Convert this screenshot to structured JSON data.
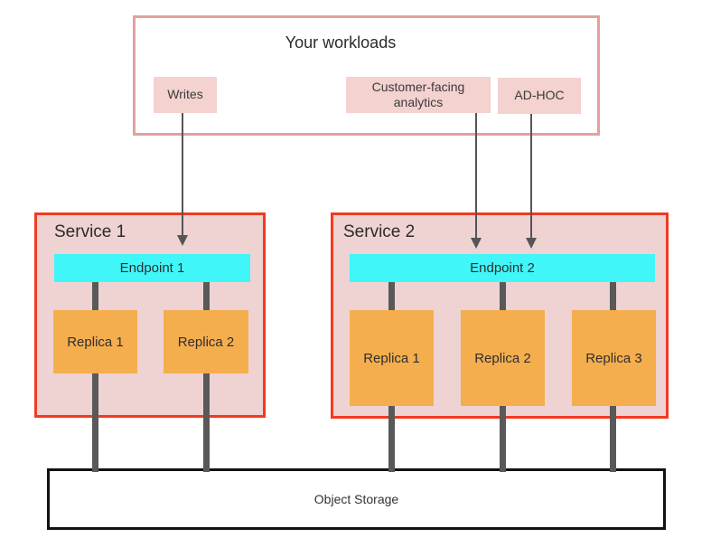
{
  "workloads": {
    "title": "Your workloads",
    "items": [
      {
        "label": "Writes"
      },
      {
        "label": "Customer-facing analytics"
      },
      {
        "label": "AD-HOC"
      }
    ]
  },
  "services": [
    {
      "title": "Service 1",
      "endpoint": {
        "label": "Endpoint 1"
      },
      "replicas": [
        {
          "label": "Replica 1"
        },
        {
          "label": "Replica 2"
        }
      ]
    },
    {
      "title": "Service 2",
      "endpoint": {
        "label": "Endpoint 2"
      },
      "replicas": [
        {
          "label": "Replica 1"
        },
        {
          "label": "Replica 2"
        },
        {
          "label": "Replica 3"
        }
      ]
    }
  ],
  "storage": {
    "label": "Object Storage"
  },
  "colors": {
    "workloads_border": "#e2a19c",
    "workload_item_bg": "#f3d2cf",
    "service_border": "#f13a22",
    "service_bg": "#efd2d2",
    "endpoint_bg": "#41f6f9",
    "replica_bg": "#f5ae4e",
    "connector": "#595959",
    "arrow": "#555555",
    "storage_border": "#111111",
    "text": "#323232"
  }
}
